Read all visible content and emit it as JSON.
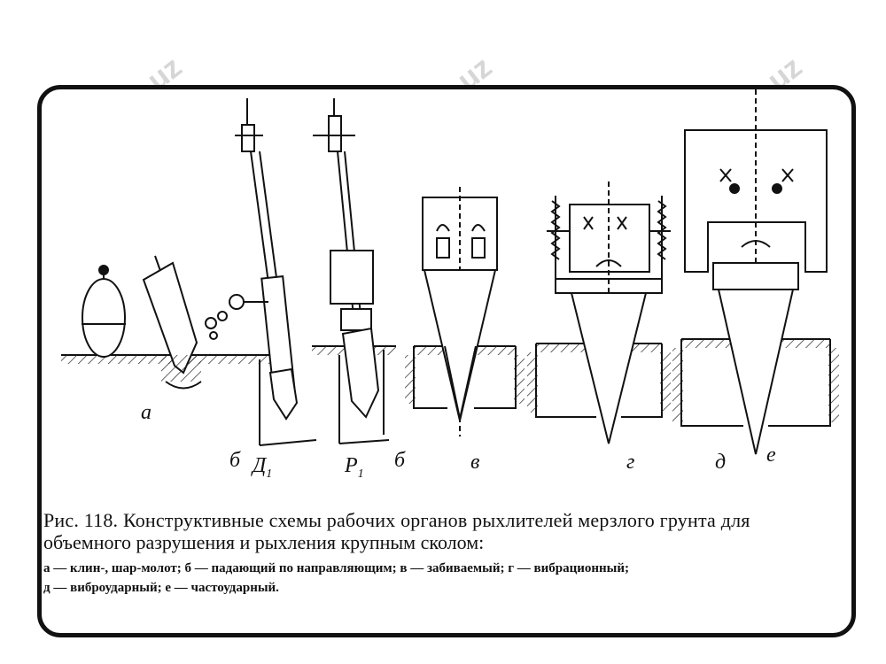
{
  "watermark": "FaylHub.uz",
  "figure": {
    "labels": {
      "a": "а",
      "b": "б",
      "b_alt": "б",
      "d1": "Д",
      "d1_sub": "1",
      "r1": "Р",
      "r1_sub": "1",
      "v": "в",
      "g": "г",
      "d": "д",
      "e": "е"
    },
    "caption_line1": "Рис. 118. Конструктивные схемы рабочих органов рыхлителей мерзлого грунта для",
    "caption_line2": "объемного разрушения и рыхления крупным сколом:",
    "legend_line1": "а — клин-, шар-молот; б — падающий по направляющим; в — забиваемый; г — вибрационный;",
    "legend_line2": "д — виброударный; е — частоударный."
  }
}
